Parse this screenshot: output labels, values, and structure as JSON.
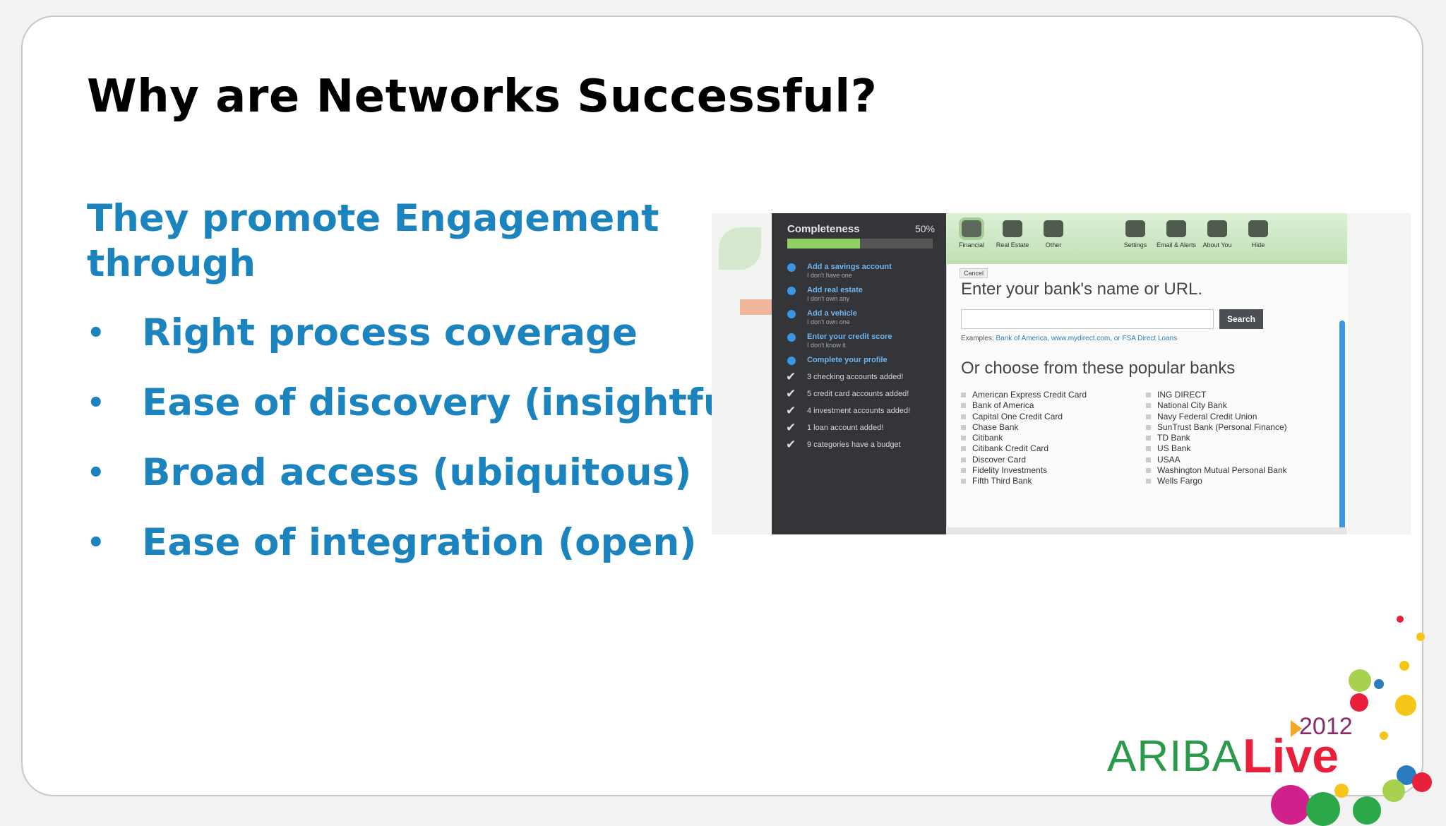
{
  "slide": {
    "title": "Why are Networks Successful?",
    "subtitle": "They promote Engagement through",
    "bullet_symbol": "•",
    "bullets": [
      "Right process coverage",
      "Ease of discovery (insightful)",
      "Broad access (ubiquitous)",
      "Ease of integration (open)"
    ],
    "colors": {
      "title": "#000000",
      "body": "#1b84bf"
    }
  },
  "screenshot": {
    "sidebar": {
      "heading": "Completeness",
      "percent_label": "50%",
      "progress_fraction": 0.5,
      "todo_items": [
        {
          "label": "Add a savings account",
          "sub": "I don't have one"
        },
        {
          "label": "Add real estate",
          "sub": "I don't own any"
        },
        {
          "label": "Add a vehicle",
          "sub": "I don't own one"
        },
        {
          "label": "Enter your credit score",
          "sub": "I don't know it"
        },
        {
          "label": "Complete your profile",
          "sub": ""
        }
      ],
      "done_items": [
        "3 checking accounts added!",
        "5 credit card accounts added!",
        "4 investment accounts added!",
        "1 loan account added!",
        "9 categories have a budget"
      ]
    },
    "topnav": [
      {
        "label": "Financial",
        "icon": "bank-icon"
      },
      {
        "label": "Real Estate",
        "icon": "house-icon"
      },
      {
        "label": "Other",
        "icon": "car-icon"
      },
      {
        "label": "Settings",
        "icon": "gear-icon"
      },
      {
        "label": "Email & Alerts",
        "icon": "mail-icon"
      },
      {
        "label": "About You",
        "icon": "person-icon"
      },
      {
        "label": "Hide",
        "icon": "hide-icon"
      }
    ],
    "cancel_label": "Cancel",
    "bank_prompt": "Enter your bank's name or URL.",
    "search_input_value": "",
    "search_button": "Search",
    "examples_prefix": "Examples:",
    "examples_links": "Bank of America, www.mydirect.com, or FSA Direct Loans",
    "popular_heading": "Or choose from these popular banks",
    "banks_left": [
      "American Express Credit Card",
      "Bank of America",
      "Capital One Credit Card",
      "Chase Bank",
      "Citibank",
      "Citibank Credit Card",
      "Discover Card",
      "Fidelity Investments",
      "Fifth Third Bank"
    ],
    "banks_right": [
      "ING DIRECT",
      "National City Bank",
      "Navy Federal Credit Union",
      "SunTrust Bank (Personal Finance)",
      "TD Bank",
      "US Bank",
      "USAA",
      "Washington Mutual Personal Bank",
      "Wells Fargo"
    ]
  },
  "logo": {
    "word1": "ARIBA",
    "word2": "Live",
    "year": "2012",
    "colors": {
      "ariba": "#2a9a4a",
      "live": "#e8203c",
      "year": "#8a2a6a"
    }
  }
}
